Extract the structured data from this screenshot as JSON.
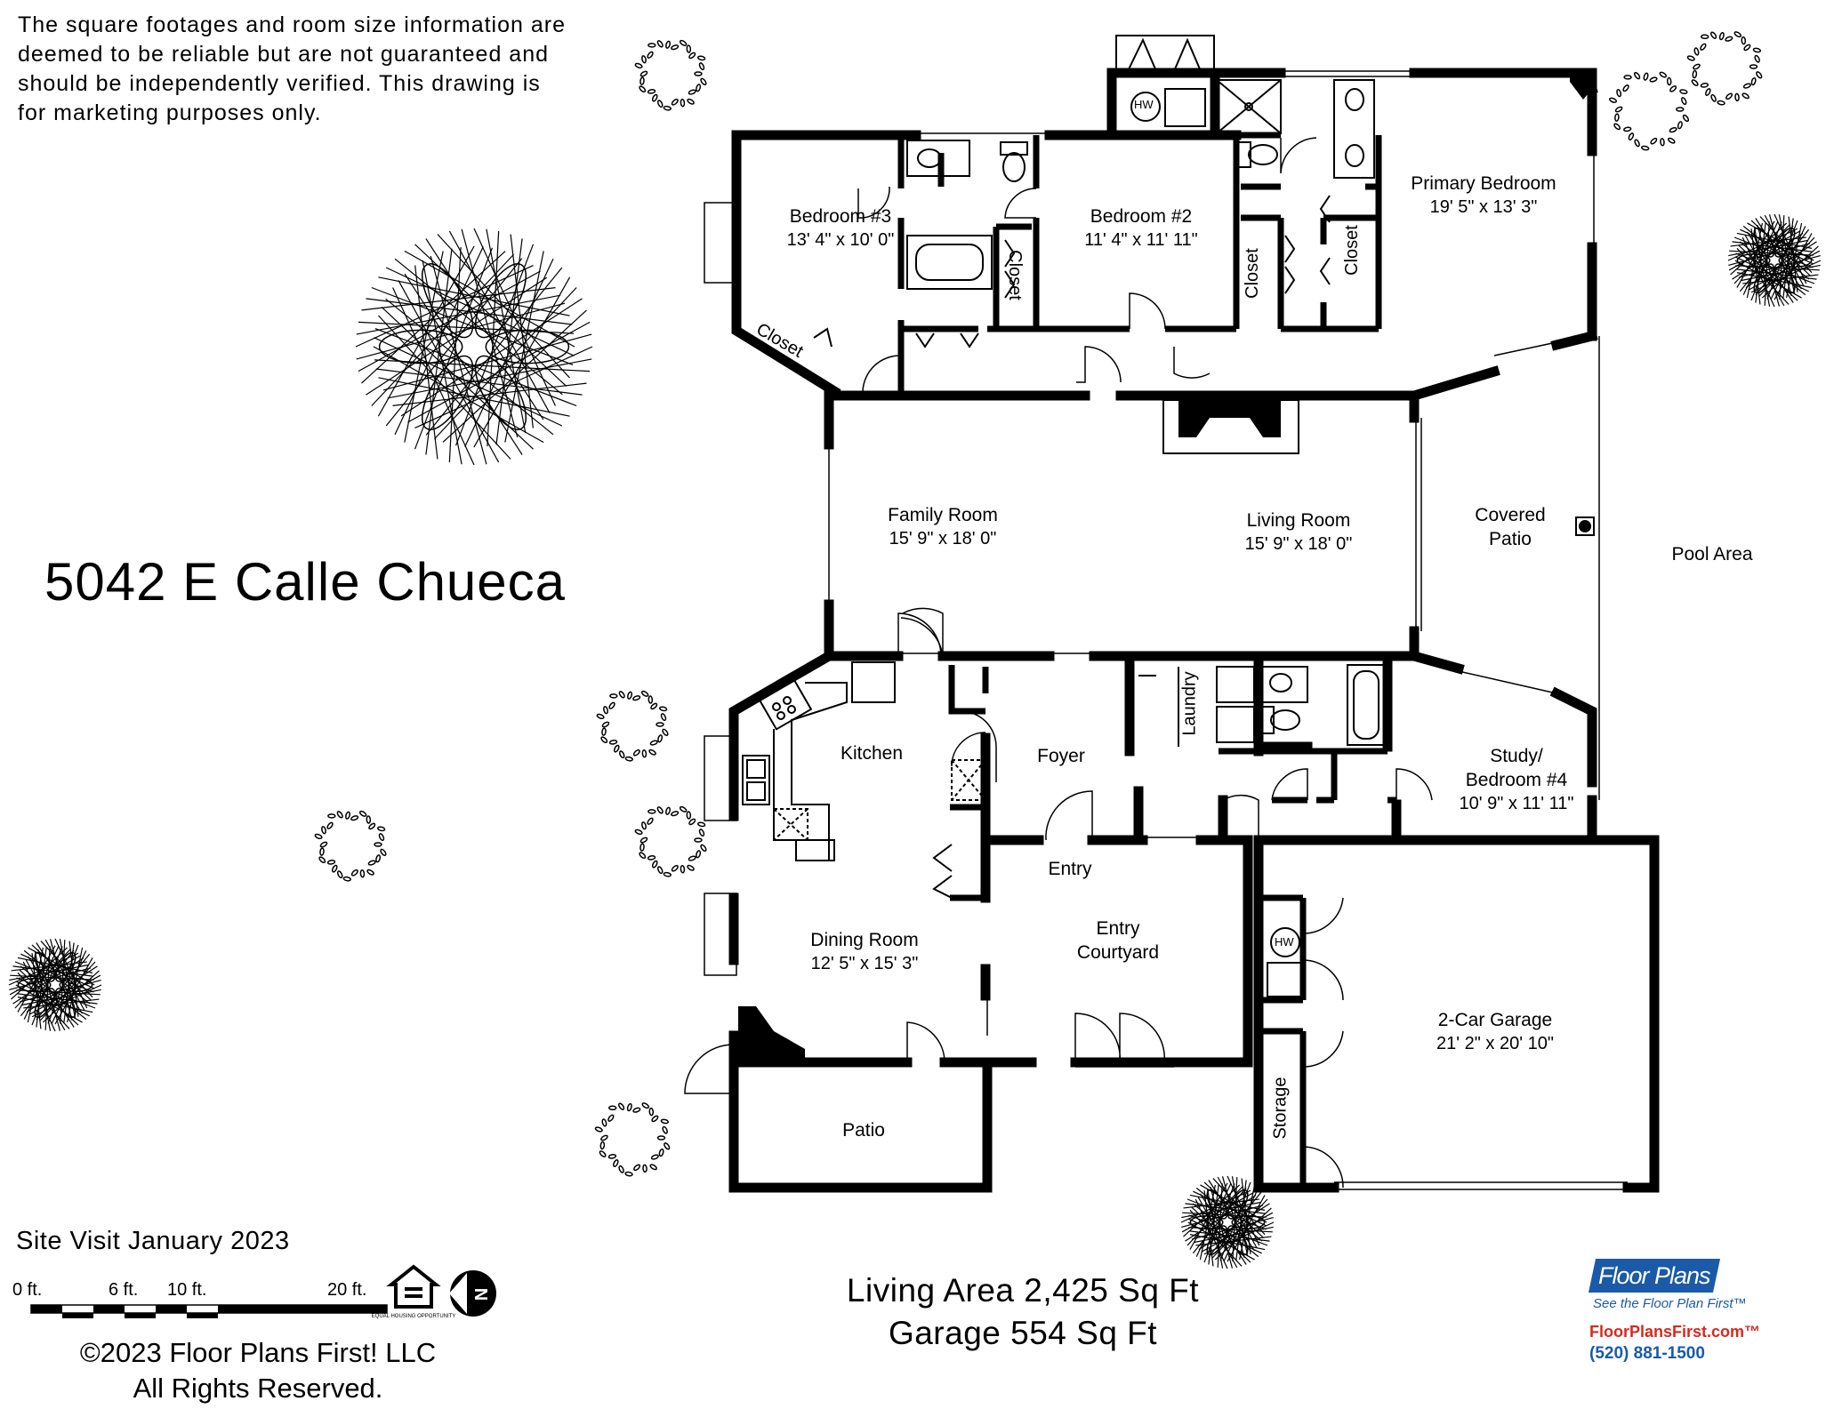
{
  "disclaimer": "The square footages and room size information are deemed to be reliable but are not guaranteed and should be independently verified. This drawing is for marketing purposes only.",
  "address": "5042 E Calle Chueca",
  "site_visit": "Site Visit January 2023",
  "scale_labels": [
    "0 ft.",
    "6 ft.",
    "10 ft.",
    "20 ft."
  ],
  "copyright_line1": "©2023 Floor Plans First! LLC",
  "copyright_line2": "All Rights Reserved.",
  "living_area": "Living Area 2,425 Sq Ft",
  "garage_area": "Garage 554 Sq Ft",
  "equal_housing": "EQUAL HOUSING OPPORTUNITY",
  "north_marker": "N",
  "logo": {
    "name": "Floor Plans First!",
    "tagline": "See the Floor Plan First™",
    "website": "FloorPlansFirst.com™",
    "phone": "(520) 881-1500",
    "brand_blue": "#1a5aa8",
    "brand_red": "#d42a1e"
  },
  "rooms": {
    "bedroom3": {
      "name": "Bedroom #3",
      "dim": "13' 4\" x 10' 0\""
    },
    "bedroom2": {
      "name": "Bedroom #2",
      "dim": "11' 4\" x 11' 11\""
    },
    "primary": {
      "name": "Primary Bedroom",
      "dim": "19' 5\" x 13' 3\""
    },
    "family": {
      "name": "Family Room",
      "dim": "15' 9\" x 18' 0\""
    },
    "living": {
      "name": "Living Room",
      "dim": "15' 9\" x 18' 0\""
    },
    "covered_patio_1": "Covered",
    "covered_patio_2": "Patio",
    "pool": "Pool Area",
    "kitchen": "Kitchen",
    "foyer": "Foyer",
    "study_1": "Study/",
    "study_2": "Bedroom #4",
    "study_dim": "10' 9\" x 11' 11\"",
    "entry": "Entry",
    "courtyard_1": "Entry",
    "courtyard_2": "Courtyard",
    "dining": {
      "name": "Dining Room",
      "dim": "12' 5\" x 15' 3\""
    },
    "garage": {
      "name": "2-Car Garage",
      "dim": "21' 2\" x 20' 10\""
    },
    "patio": "Patio",
    "closet": "Closet",
    "laundry": "Laundry",
    "storage": "Storage",
    "hw": "HW"
  }
}
